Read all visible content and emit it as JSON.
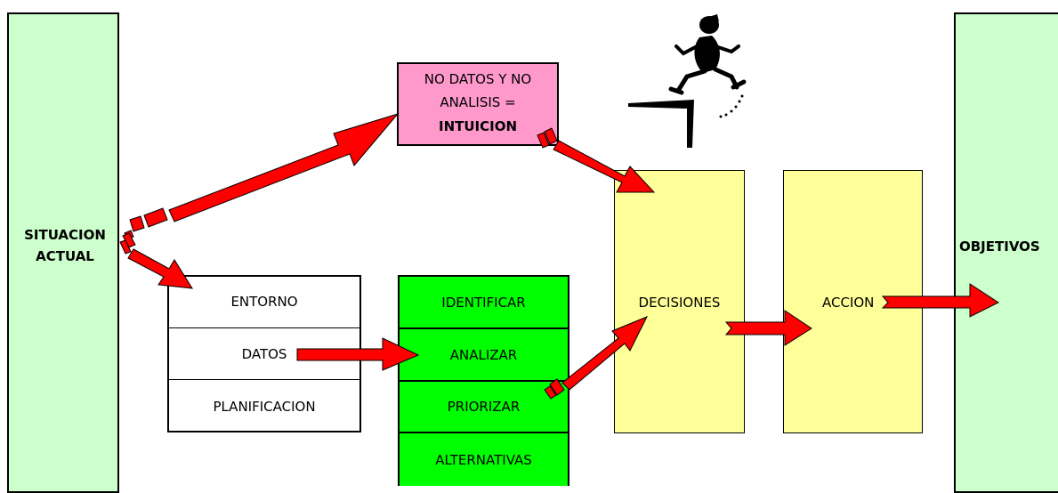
{
  "colors": {
    "side_panels": "#ccffcc",
    "process_cells": "#00ff00",
    "decision_boxes": "#ffff99",
    "intuition_box": "#ff99cc",
    "arrows": "#ff0000"
  },
  "left_panel": {
    "line1": "SITUACION",
    "line2": "ACTUAL"
  },
  "right_panel": {
    "label": "OBJETIVOS"
  },
  "intuition": {
    "line1": "NO DATOS Y NO",
    "line2": "ANALISIS =",
    "line3": "INTUICION"
  },
  "environment_column": [
    "ENTORNO",
    "DATOS",
    "PLANIFICACION"
  ],
  "process_column": [
    "IDENTIFICAR",
    "ANALIZAR",
    "PRIORIZAR",
    "ALTERNATIVAS"
  ],
  "decisions": {
    "label": "DECISIONES"
  },
  "action": {
    "label": "ACCION"
  },
  "figure": {
    "icon": "hurdle-runner-icon"
  }
}
